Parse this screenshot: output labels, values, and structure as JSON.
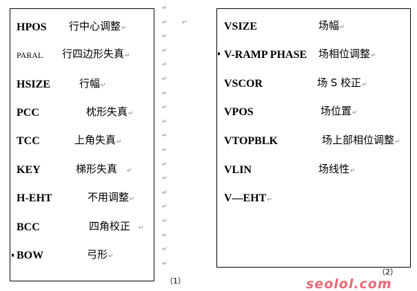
{
  "left_table": {
    "rows": [
      {
        "code": "HPOS",
        "desc": "行中心调整"
      },
      {
        "code": "PARAL",
        "desc": "行四边形失真"
      },
      {
        "code": "HSIZE",
        "desc": "行幅"
      },
      {
        "code": "PCC",
        "desc": "枕形失真"
      },
      {
        "code": "TCC",
        "desc": "上角失真"
      },
      {
        "code": "KEY",
        "desc": "梯形失真"
      },
      {
        "code": "H-EHT",
        "desc": "不用调整"
      },
      {
        "code": "BCC",
        "desc": "四角校正"
      },
      {
        "code": "BOW",
        "desc": "弓形"
      }
    ],
    "caption": "（1）"
  },
  "right_table": {
    "rows": [
      {
        "code": "VSIZE",
        "desc": "场幅"
      },
      {
        "code": "V-RAMP PHASE",
        "desc": "场相位调整"
      },
      {
        "code": "VSCOR",
        "desc": "场 S 校正"
      },
      {
        "code": "VPOS",
        "desc": "场位置"
      },
      {
        "code": "VTOPBLK",
        "desc": "场上部相位调整"
      },
      {
        "code": "VLIN",
        "desc": "场线性"
      },
      {
        "code": "V—EHT",
        "desc": ""
      }
    ],
    "caption": "（2）"
  },
  "paragraph_mark": "↵",
  "watermark": {
    "text": "seolol.com",
    "color_main": "#e85a6a",
    "color_accent": "#6a5fb5"
  }
}
